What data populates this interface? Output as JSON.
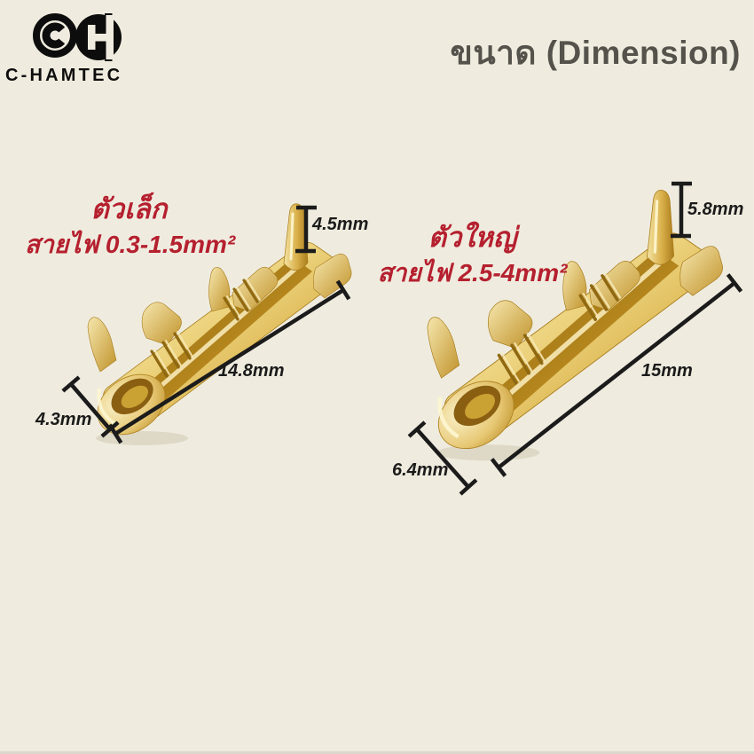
{
  "header": {
    "title": "ขนาด (Dimension)"
  },
  "brand": {
    "name": "C-HAMTEC"
  },
  "products": [
    {
      "name": "ตัวเล็ก",
      "wire_spec": "สายไฟ 0.3-1.5mm²",
      "dimensions": {
        "height": "4.5mm",
        "length": "14.8mm",
        "width": "4.3mm"
      }
    },
    {
      "name": "ตัวใหญ่",
      "wire_spec": "สายไฟ 2.5-4mm²",
      "dimensions": {
        "height": "5.8mm",
        "length": "15mm",
        "width": "6.4mm"
      }
    }
  ],
  "colors": {
    "background": "#efecdf",
    "title_text": "#55524c",
    "label_red": "#b5202f",
    "dimension_text": "#1b1b1b",
    "logo_black": "#0d0d0d",
    "brass_light": "#f8eec2",
    "brass_mid": "#ddb44a",
    "brass_dark": "#a87c1c"
  }
}
